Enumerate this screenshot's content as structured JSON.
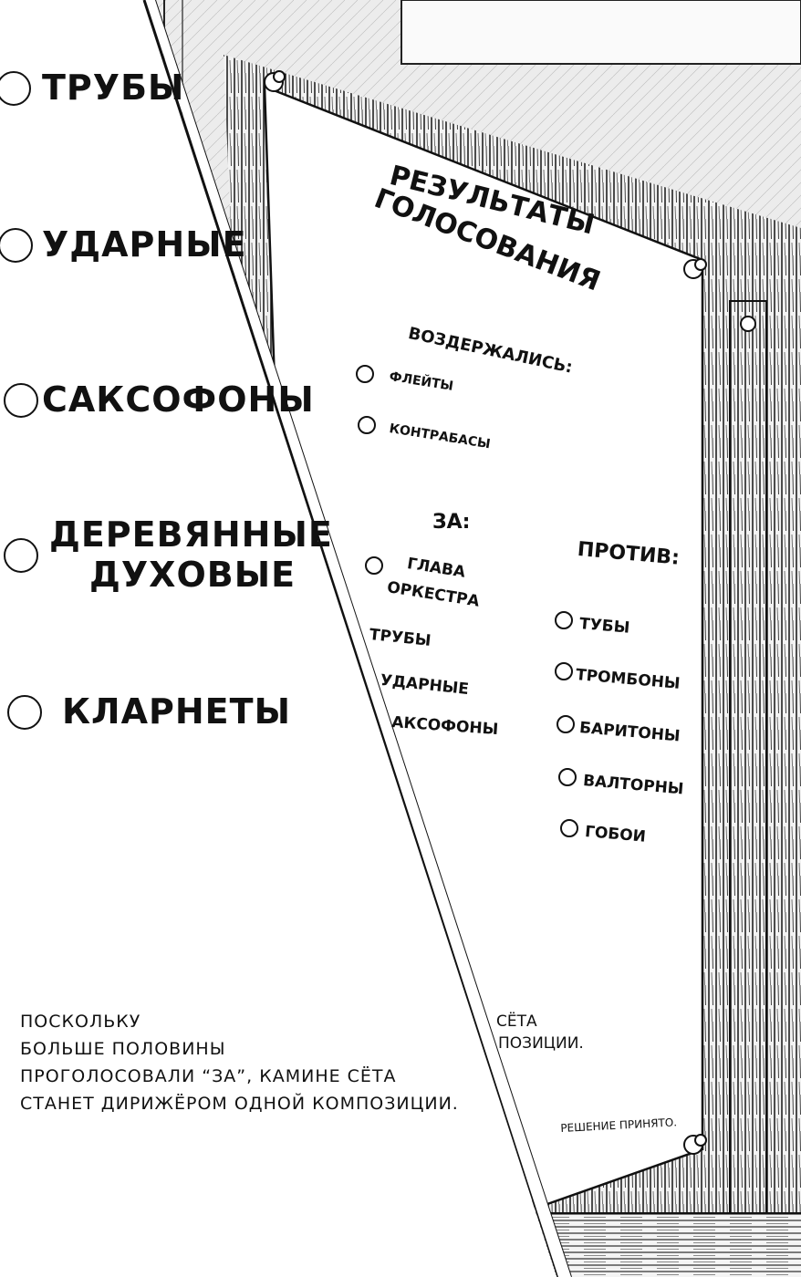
{
  "left_sheet": {
    "items": [
      "ТРУБЫ",
      "УДАРНЫЕ",
      "САКСОФОНЫ",
      "ДЕРЕВЯННЫЕ",
      "ДУХОВЫЕ",
      "КЛАРНЕТЫ"
    ]
  },
  "board": {
    "title_line1": "РЕЗУЛЬТАТЫ",
    "title_line2": "ГОЛОСОВАНИЯ",
    "abstained_label": "ВОЗДЕРЖАЛИСЬ:",
    "abstained": [
      "ФЛЕЙТЫ",
      "КОНТРАБАСЫ"
    ],
    "for_label": "ЗА:",
    "for_items": [
      "ГЛАВА",
      "ОРКЕСТРА",
      "ТРУБЫ",
      "УДАРНЫЕ",
      "АКСОФОНЫ"
    ],
    "against_label": "ПРОТИВ:",
    "against_items": [
      "ТУБЫ",
      "ТРОМБОНЫ",
      "БАРИТОНЫ",
      "ВАЛТОРНЫ",
      "ГОБОИ"
    ],
    "right_fragment_1": "СЁТА",
    "right_fragment_2": "ПОЗИЦИИ.",
    "decision": "РЕШЕНИЕ ПРИНЯТО."
  },
  "caption": {
    "line1": "ПОСКОЛЬКУ",
    "line2": "БОЛЬШЕ ПОЛОВИНЫ",
    "line3": "ПРОГОЛОСОВАЛИ “ЗА”, КАМИНЕ СЁТА",
    "line4": "СТАНЕТ ДИРИЖЁРОМ ОДНОЙ КОМПОЗИЦИИ."
  }
}
